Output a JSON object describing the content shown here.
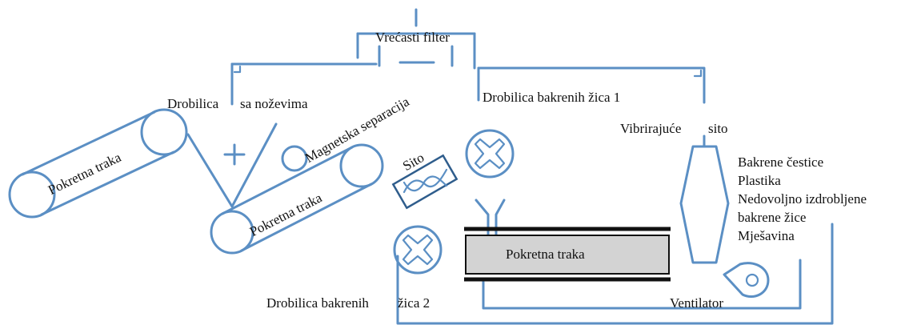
{
  "labels": {
    "bag_filter": "Vrećasti filter",
    "knife_crusher_a": "Drobilica",
    "knife_crusher_b": "sa noževima",
    "magnetic": "Magnetska separacija",
    "sieve": "Sito",
    "belt_left": "Pokretna traka",
    "belt_middle": "Pokretna traka",
    "belt_bottom": "Pokretna traka",
    "wire_crusher_1": "Drobilica bakrenih žica 1",
    "wire_crusher_2_a": "Drobilica bakrenih",
    "wire_crusher_2_b": "žica 2",
    "vibrating_a": "Vibrirajuće",
    "vibrating_b": "sito",
    "outputs": [
      "Bakrene čestice",
      "Plastika",
      "Nedovoljno izdrobljene",
      "bakrene žice",
      "Mješavina"
    ],
    "fan": "Ventilator"
  },
  "colors": {
    "line": "#5b8fc4",
    "belt_fill": "#d3d3d3",
    "belt_border": "#111111",
    "text": "#111111"
  }
}
